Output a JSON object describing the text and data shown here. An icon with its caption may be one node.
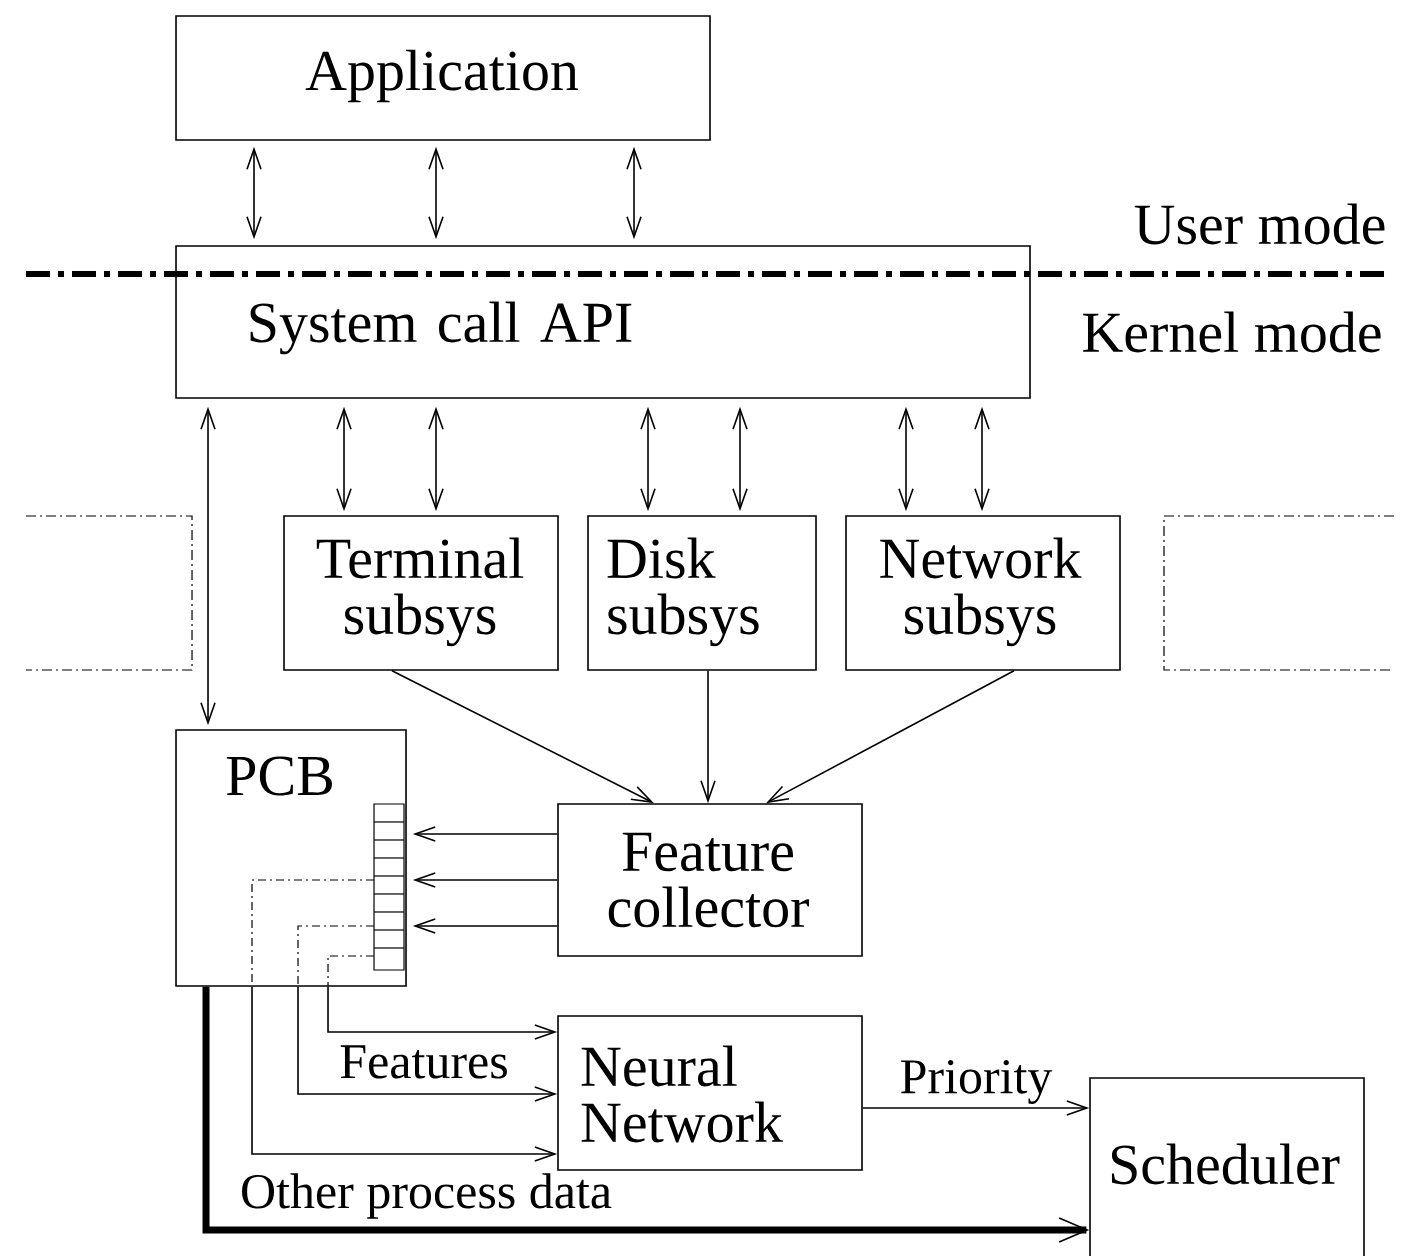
{
  "diagram": {
    "nodes": [
      {
        "text": [
          "Application"
        ]
      },
      {
        "text": [
          "System call API"
        ]
      },
      {
        "text": [
          "Terminal subsys"
        ]
      },
      {
        "text": [
          "Disk subsys"
        ]
      },
      {
        "text": [
          "Network subsys"
        ]
      },
      {
        "text": [],
        "shape": "box"
      },
      {
        "text": [],
        "shape": "box"
      },
      {
        "text": [
          "PCB"
        ]
      },
      {
        "text": [
          "Feature collector"
        ]
      },
      {
        "text": [
          "Neural Network"
        ]
      },
      {
        "text": [
          "Scheduler"
        ]
      }
    ],
    "edges": [
      {
        "from": 0,
        "to": 1,
        "arrow": "both"
      },
      {
        "from": 0,
        "to": 1,
        "arrow": "both"
      },
      {
        "from": 0,
        "to": 1,
        "arrow": "both"
      },
      {
        "from": 1,
        "to": 2,
        "arrow": "both"
      },
      {
        "from": 1,
        "to": 2,
        "arrow": "both"
      },
      {
        "from": 1,
        "to": 3,
        "arrow": "both"
      },
      {
        "from": 1,
        "to": 3,
        "arrow": "both"
      },
      {
        "from": 1,
        "to": 4,
        "arrow": "both"
      },
      {
        "from": 1,
        "to": 4,
        "arrow": "both"
      },
      {
        "from": 1,
        "to": 7,
        "arrow": "both"
      },
      {
        "from": 2,
        "to": 8,
        "arrow": "to"
      },
      {
        "from": 3,
        "to": 8,
        "arrow": "to"
      },
      {
        "from": 4,
        "to": 8,
        "arrow": "to"
      },
      {
        "from": 8,
        "to": 7,
        "arrow": "to"
      },
      {
        "from": 8,
        "to": 7,
        "arrow": "to"
      },
      {
        "from": 8,
        "to": 7,
        "arrow": "to"
      },
      {
        "from": 7,
        "to": 9,
        "arrow": "to"
      },
      {
        "from": 7,
        "to": 9,
        "arrow": "to",
        "label": "Features"
      },
      {
        "from": 7,
        "to": 9,
        "arrow": "to"
      },
      {
        "from": 9,
        "to": 10,
        "arrow": "to",
        "label": "Priority"
      },
      {
        "from": 7,
        "to": 10,
        "arrow": "to",
        "style": "thick",
        "label": "Other process data"
      }
    ],
    "labels": [
      "User mode",
      "Kernel mode"
    ]
  }
}
